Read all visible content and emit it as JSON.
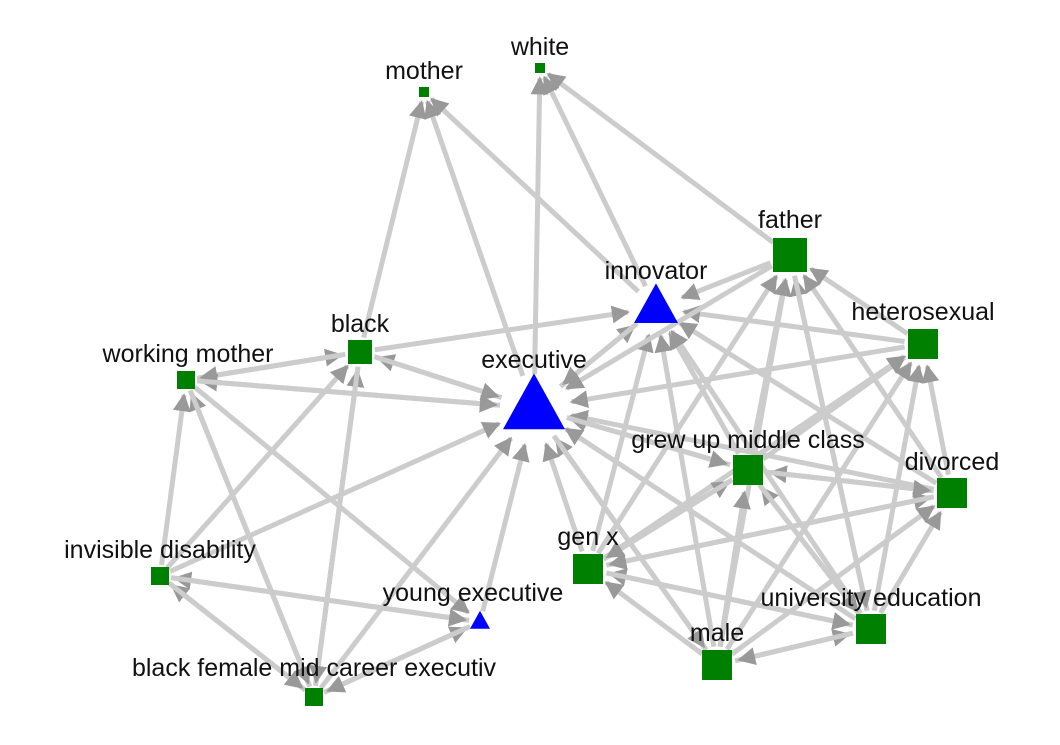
{
  "colors": {
    "background": "#ffffff",
    "edge": "#cccccc",
    "arrowhead": "#999999",
    "attribute_node": "#008000",
    "role_node": "#0000ff",
    "label": "#111111"
  },
  "nodes": [
    {
      "id": "mother",
      "label": "mother",
      "kind": "attribute",
      "shape": "square"
    },
    {
      "id": "white",
      "label": "white",
      "kind": "attribute",
      "shape": "square"
    },
    {
      "id": "father",
      "label": "father",
      "kind": "attribute",
      "shape": "square"
    },
    {
      "id": "innovator",
      "label": "innovator",
      "kind": "role",
      "shape": "triangle"
    },
    {
      "id": "black",
      "label": "black",
      "kind": "attribute",
      "shape": "square"
    },
    {
      "id": "heterosexual",
      "label": "heterosexual",
      "kind": "attribute",
      "shape": "square"
    },
    {
      "id": "working_mother",
      "label": "working mother",
      "kind": "attribute",
      "shape": "square"
    },
    {
      "id": "executive",
      "label": "executive",
      "kind": "role",
      "shape": "triangle"
    },
    {
      "id": "grew_up_middle_class",
      "label": "grew up middle class",
      "kind": "attribute",
      "shape": "square"
    },
    {
      "id": "divorced",
      "label": "divorced",
      "kind": "attribute",
      "shape": "square"
    },
    {
      "id": "invisible_disability",
      "label": "invisible disability",
      "kind": "attribute",
      "shape": "square"
    },
    {
      "id": "gen_x",
      "label": "gen x",
      "kind": "attribute",
      "shape": "square"
    },
    {
      "id": "young_executive",
      "label": "young executive",
      "kind": "role",
      "shape": "triangle"
    },
    {
      "id": "university_education",
      "label": "university education",
      "kind": "attribute",
      "shape": "square"
    },
    {
      "id": "male",
      "label": "male",
      "kind": "attribute",
      "shape": "square"
    },
    {
      "id": "black_female_mid_career_executiv",
      "label": "black female mid career executiv",
      "kind": "attribute",
      "shape": "square"
    }
  ],
  "edges": [
    {
      "from": "black",
      "to": "mother"
    },
    {
      "from": "executive",
      "to": "mother"
    },
    {
      "from": "innovator",
      "to": "mother"
    },
    {
      "from": "executive",
      "to": "white"
    },
    {
      "from": "innovator",
      "to": "white"
    },
    {
      "from": "father",
      "to": "white"
    },
    {
      "from": "executive",
      "to": "innovator"
    },
    {
      "from": "black",
      "to": "innovator"
    },
    {
      "from": "father",
      "to": "innovator"
    },
    {
      "from": "heterosexual",
      "to": "innovator"
    },
    {
      "from": "grew_up_middle_class",
      "to": "innovator"
    },
    {
      "from": "gen_x",
      "to": "innovator"
    },
    {
      "from": "male",
      "to": "innovator"
    },
    {
      "from": "university_education",
      "to": "innovator"
    },
    {
      "from": "divorced",
      "to": "innovator"
    },
    {
      "from": "executive",
      "to": "black"
    },
    {
      "from": "working_mother",
      "to": "black"
    },
    {
      "from": "invisible_disability",
      "to": "black"
    },
    {
      "from": "black_female_mid_career_executiv",
      "to": "black"
    },
    {
      "from": "black",
      "to": "working_mother"
    },
    {
      "from": "executive",
      "to": "working_mother"
    },
    {
      "from": "invisible_disability",
      "to": "working_mother"
    },
    {
      "from": "black_female_mid_career_executiv",
      "to": "working_mother"
    },
    {
      "from": "black",
      "to": "executive"
    },
    {
      "from": "innovator",
      "to": "executive"
    },
    {
      "from": "father",
      "to": "executive"
    },
    {
      "from": "heterosexual",
      "to": "executive"
    },
    {
      "from": "grew_up_middle_class",
      "to": "executive"
    },
    {
      "from": "divorced",
      "to": "executive"
    },
    {
      "from": "gen_x",
      "to": "executive"
    },
    {
      "from": "male",
      "to": "executive"
    },
    {
      "from": "university_education",
      "to": "executive"
    },
    {
      "from": "working_mother",
      "to": "executive"
    },
    {
      "from": "invisible_disability",
      "to": "executive"
    },
    {
      "from": "young_executive",
      "to": "executive"
    },
    {
      "from": "black_female_mid_career_executiv",
      "to": "executive"
    },
    {
      "from": "executive",
      "to": "grew_up_middle_class"
    },
    {
      "from": "grew_up_middle_class",
      "to": "father"
    },
    {
      "from": "gen_x",
      "to": "father"
    },
    {
      "from": "male",
      "to": "father"
    },
    {
      "from": "university_education",
      "to": "father"
    },
    {
      "from": "divorced",
      "to": "father"
    },
    {
      "from": "heterosexual",
      "to": "father"
    },
    {
      "from": "grew_up_middle_class",
      "to": "heterosexual"
    },
    {
      "from": "gen_x",
      "to": "heterosexual"
    },
    {
      "from": "male",
      "to": "heterosexual"
    },
    {
      "from": "university_education",
      "to": "heterosexual"
    },
    {
      "from": "divorced",
      "to": "heterosexual"
    },
    {
      "from": "gen_x",
      "to": "grew_up_middle_class"
    },
    {
      "from": "male",
      "to": "grew_up_middle_class"
    },
    {
      "from": "university_education",
      "to": "grew_up_middle_class"
    },
    {
      "from": "divorced",
      "to": "grew_up_middle_class"
    },
    {
      "from": "grew_up_middle_class",
      "to": "divorced"
    },
    {
      "from": "gen_x",
      "to": "divorced"
    },
    {
      "from": "university_education",
      "to": "divorced"
    },
    {
      "from": "male",
      "to": "divorced"
    },
    {
      "from": "male",
      "to": "gen_x"
    },
    {
      "from": "university_education",
      "to": "gen_x"
    },
    {
      "from": "divorced",
      "to": "gen_x"
    },
    {
      "from": "grew_up_middle_class",
      "to": "gen_x"
    },
    {
      "from": "grew_up_middle_class",
      "to": "university_education"
    },
    {
      "from": "gen_x",
      "to": "university_education"
    },
    {
      "from": "male",
      "to": "university_education"
    },
    {
      "from": "father",
      "to": "university_education"
    },
    {
      "from": "university_education",
      "to": "male"
    },
    {
      "from": "executive",
      "to": "male"
    },
    {
      "from": "young_executive",
      "to": "invisible_disability"
    },
    {
      "from": "black_female_mid_career_executiv",
      "to": "invisible_disability"
    },
    {
      "from": "invisible_disability",
      "to": "young_executive"
    },
    {
      "from": "black_female_mid_career_executiv",
      "to": "young_executive"
    },
    {
      "from": "working_mother",
      "to": "black_female_mid_career_executiv"
    },
    {
      "from": "black",
      "to": "black_female_mid_career_executiv"
    },
    {
      "from": "invisible_disability",
      "to": "black_female_mid_career_executiv"
    },
    {
      "from": "young_executive",
      "to": "black_female_mid_career_executiv"
    },
    {
      "from": "working_mother",
      "to": "young_executive"
    }
  ]
}
